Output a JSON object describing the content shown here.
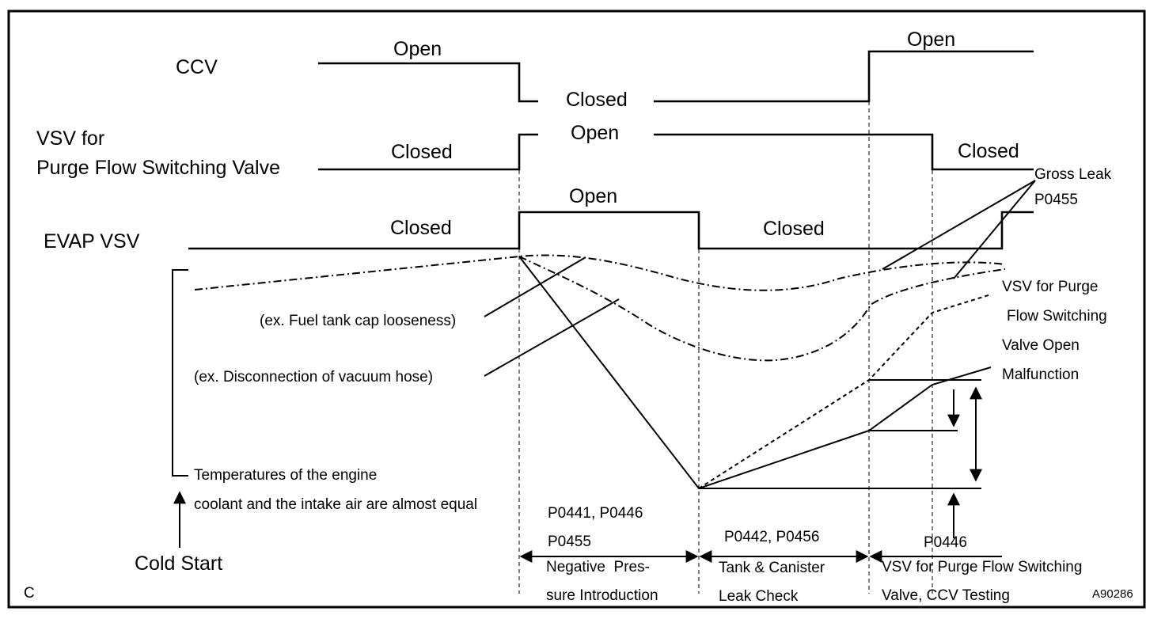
{
  "signals": {
    "ccv": {
      "label": "CCV",
      "open_1": "Open",
      "closed": "Closed",
      "open_2": "Open"
    },
    "vsv_purge": {
      "label_line1": "VSV for",
      "label_line2": "Purge Flow Switching Valve",
      "closed_1": "Closed",
      "open": "Open",
      "closed_2": "Closed"
    },
    "evap_vsv": {
      "label": "EVAP VSV",
      "closed_1": "Closed",
      "open": "Open",
      "closed_2": "Closed"
    }
  },
  "annotations": {
    "gross_leak": "Gross Leak",
    "p0455_right": "P0455",
    "fuel_cap": "(ex. Fuel tank cap looseness)",
    "vacuum_hose": "(ex. Disconnection of vacuum hose)",
    "vsv_malfunction_1": "VSV for Purge",
    "vsv_malfunction_2": "Flow Switching",
    "vsv_malfunction_3": "Valve Open",
    "vsv_malfunction_4": "Malfunction",
    "temp_line1": "Temperatures of the engine",
    "temp_line2": "coolant and the intake air are almost equal",
    "cold_start": "Cold Start"
  },
  "phases": {
    "phase1": {
      "codes_line1": "P0441, P0446",
      "codes_line2": "P0455",
      "name_line1": "Negative  Pres-",
      "name_line2": "sure Introduction"
    },
    "phase2": {
      "codes": "P0442, P0456",
      "name_line1": "Tank & Canister",
      "name_line2": "Leak Check"
    },
    "phase3": {
      "codes": "P0446",
      "name_line1": "VSV for Purge Flow Switching",
      "name_line2": "Valve, CCV Testing"
    }
  },
  "corner": {
    "left": "C",
    "right": "A90286"
  }
}
